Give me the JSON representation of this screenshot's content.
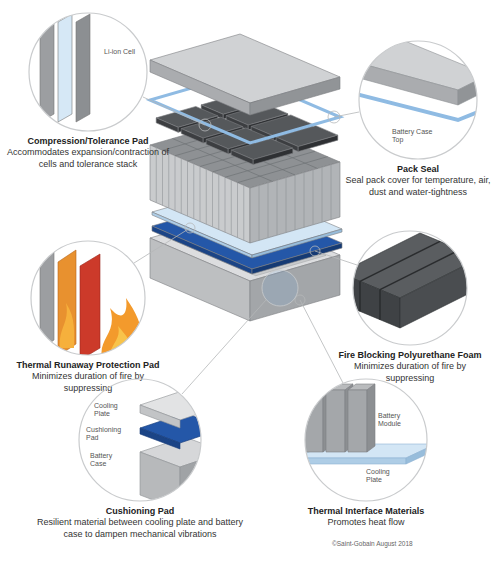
{
  "diagram": {
    "nodes": [
      {
        "text": [
          "Li-ion Cell",
          "Compression/Tolerance Pad",
          "Accommodates expansion/contraction of cells and tolerance stack"
        ]
      },
      {
        "text": [
          "Battery Case Top",
          "Pack Seal",
          "Seal pack cover for temperature, air, dust and water-tightness"
        ]
      },
      {
        "text": [
          "Thermal Runaway Protection Pad",
          "Minimizes duration of fire by suppressing"
        ]
      },
      {
        "text": [
          "Fire Blocking Polyurethane Foam",
          "Minimizes duration of fire by suppressing"
        ]
      },
      {
        "text": [
          "Cooling Plate",
          "Cushioning Pad",
          "Battery Case",
          "Cushioning Pad",
          "Resilient material between cooling plate and battery case to dampen mechanical vibrations"
        ]
      },
      {
        "text": [
          "Battery Module",
          "Cooling Plate",
          "Thermal Interface Materials",
          "Promotes heat flow"
        ]
      }
    ],
    "labels": [
      "©Saint-Gobain August 2018"
    ]
  }
}
